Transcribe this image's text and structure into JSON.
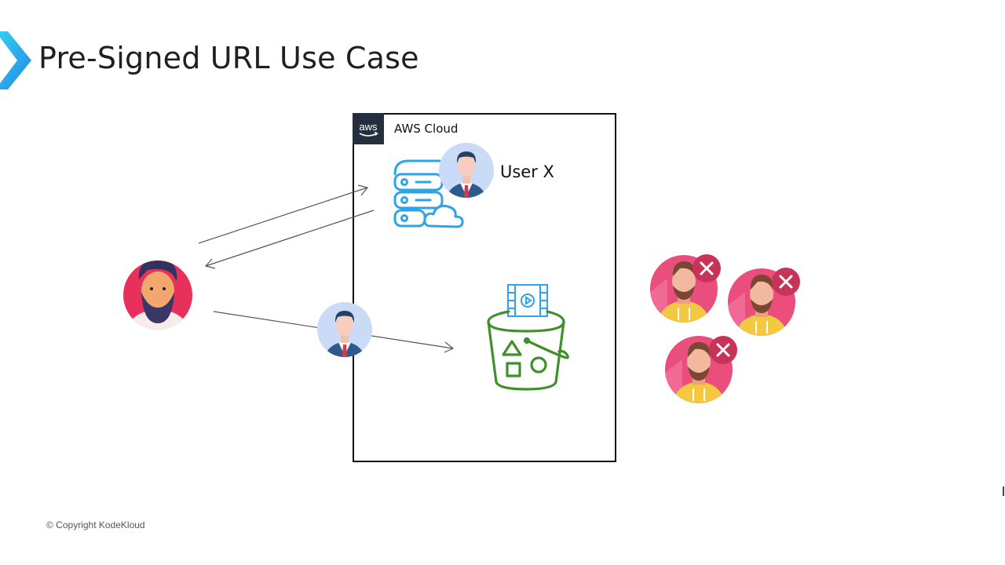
{
  "slide": {
    "title": "Pre-Signed URL Use Case",
    "copyright": "© Copyright KodeKloud"
  },
  "diagram": {
    "cloud_group": {
      "label": "AWS Cloud",
      "badge_text": "aws",
      "badge_icon": "aws-logo-icon"
    },
    "nodes": [
      {
        "id": "client-user",
        "icon": "bearded-user-avatar-icon",
        "label": ""
      },
      {
        "id": "app-server",
        "icon": "cloud-server-icon",
        "label": ""
      },
      {
        "id": "user-x",
        "icon": "business-user-avatar-icon",
        "label": "User X"
      },
      {
        "id": "presigned-user",
        "icon": "business-user-avatar-icon",
        "label": ""
      },
      {
        "id": "s3-bucket",
        "icon": "s3-bucket-icon",
        "label": ""
      },
      {
        "id": "video-object",
        "icon": "video-file-icon",
        "label": ""
      },
      {
        "id": "denied-user-1",
        "icon": "denied-user-icon",
        "label": ""
      },
      {
        "id": "denied-user-2",
        "icon": "denied-user-icon",
        "label": ""
      },
      {
        "id": "denied-user-3",
        "icon": "denied-user-icon",
        "label": ""
      }
    ],
    "edges": [
      {
        "from": "client-user",
        "to": "app-server",
        "label": ""
      },
      {
        "from": "app-server",
        "to": "client-user",
        "label": ""
      },
      {
        "from": "client-user",
        "to": "s3-bucket",
        "via": "presigned-user",
        "label": ""
      }
    ],
    "colors": {
      "accent_cyan": "#29b6f6",
      "server_blue": "#2ea3e6",
      "bucket_green": "#3f8f2a",
      "client_red": "#e8315a",
      "denied_pink": "#e94e7d",
      "denied_badge": "#c8335a",
      "aws_dark": "#232f3e"
    }
  }
}
